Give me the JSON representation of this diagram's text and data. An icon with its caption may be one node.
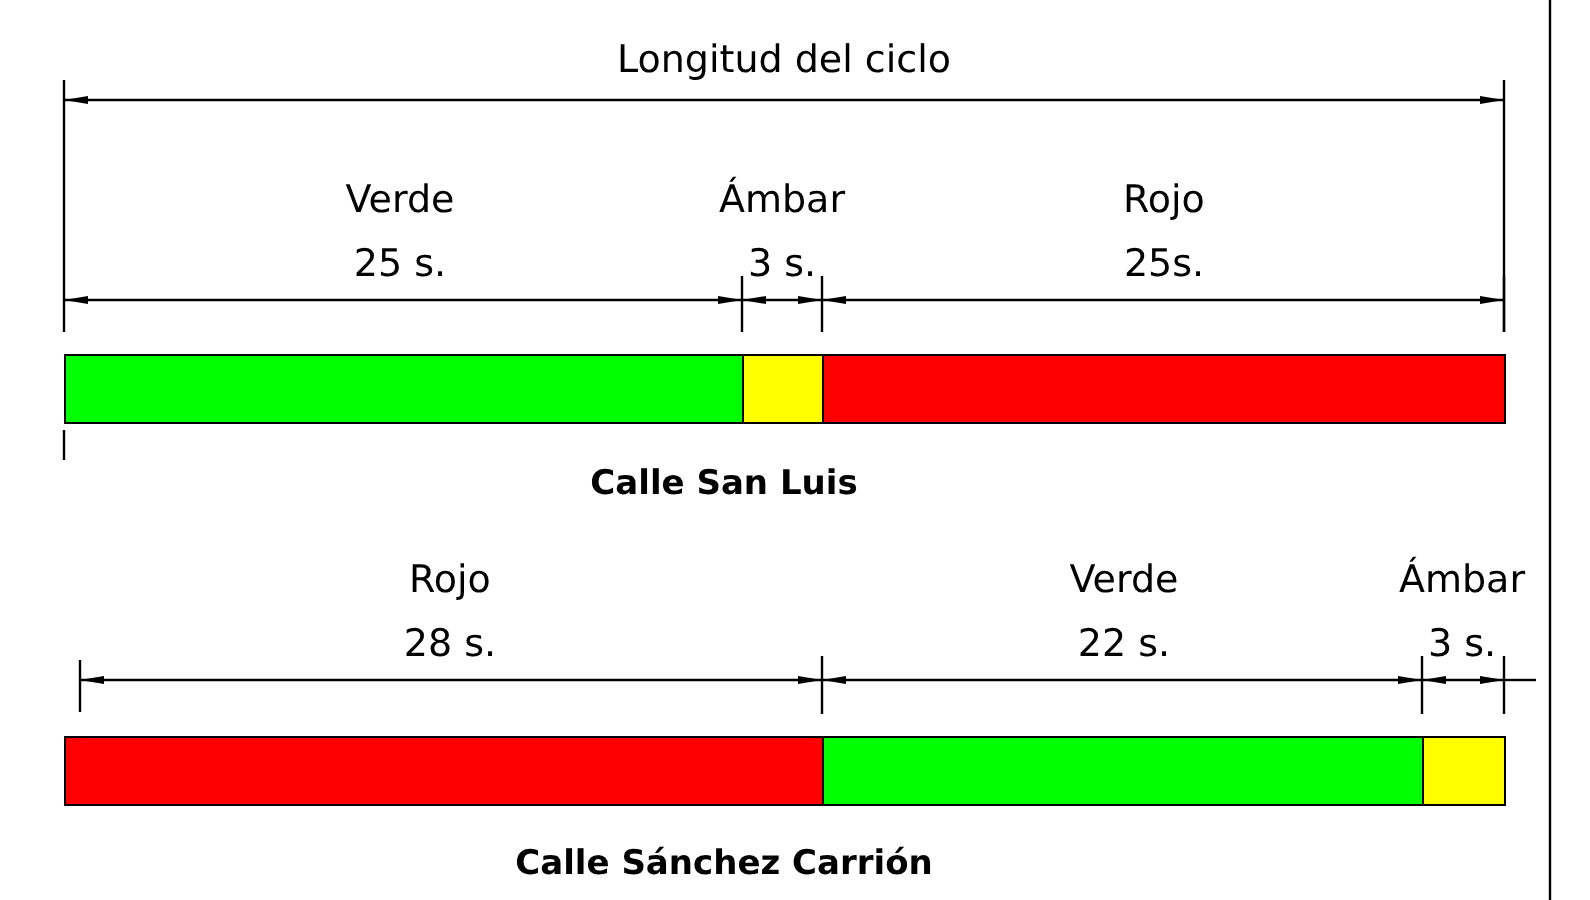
{
  "diagram": {
    "nodes": [
      {
        "text": [],
        "shape": "bar",
        "beside": [
          "Verde",
          "25 s."
        ]
      },
      {
        "text": [],
        "shape": "bar",
        "beside": [
          "Ámbar",
          "3 s."
        ]
      },
      {
        "text": [],
        "shape": "bar",
        "beside": [
          "Rojo",
          "25s."
        ]
      },
      {
        "text": [],
        "shape": "bar",
        "beside": [
          "Rojo",
          "28 s."
        ]
      },
      {
        "text": [],
        "shape": "bar",
        "beside": [
          "Verde",
          "22 s."
        ]
      },
      {
        "text": [],
        "shape": "bar",
        "beside": [
          "Ámbar",
          "3 s."
        ]
      }
    ],
    "labels": [
      "Longitud del ciclo",
      "Calle San Luis",
      "Calle Sánchez Carrión"
    ]
  }
}
